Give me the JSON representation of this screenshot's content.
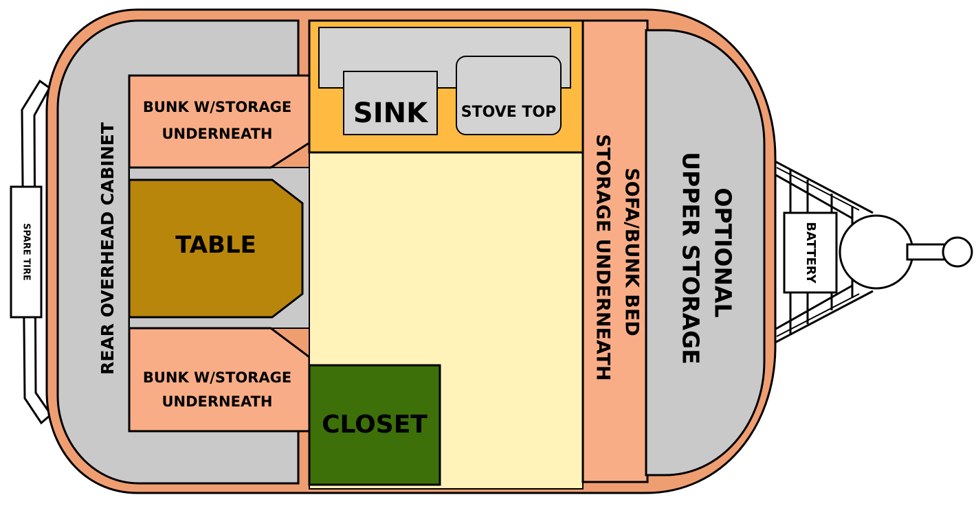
{
  "labels": {
    "rear_cabinet": "REAR OVERHEAD CABINET",
    "bunk_top_line1": "BUNK W/STORAGE",
    "bunk_top_line2": "UNDERNEATH",
    "table": "TABLE",
    "bunk_bottom_line1": "BUNK W/STORAGE",
    "bunk_bottom_line2": "UNDERNEATH",
    "sink": "SINK",
    "stove": "STOVE TOP",
    "closet": "CLOSET",
    "sofa_line1": "SOFA/BUNK BED",
    "sofa_line2": "STORAGE UNDERNEATH",
    "upper_line1": "OPTIONAL",
    "upper_line2": "UPPER STORAGE",
    "battery": "BATTERY",
    "spare_tire": "SPARE TIRE"
  },
  "colors": {
    "trailer_shell": "#ef9e72",
    "cabinet_gray": "#c9c9c9",
    "bunk_salmon": "#f9ad86",
    "table_gold": "#b8860b",
    "kitchen_counter": "#ffba42",
    "floor": "#fff3ba",
    "closet_green": "#3d7008",
    "appliance_gray": "#d3d3d3",
    "outline": "#000000"
  },
  "icons": {
    "hitch": "hitch-coupler-icon",
    "tongue": "trailer-tongue-icon"
  }
}
